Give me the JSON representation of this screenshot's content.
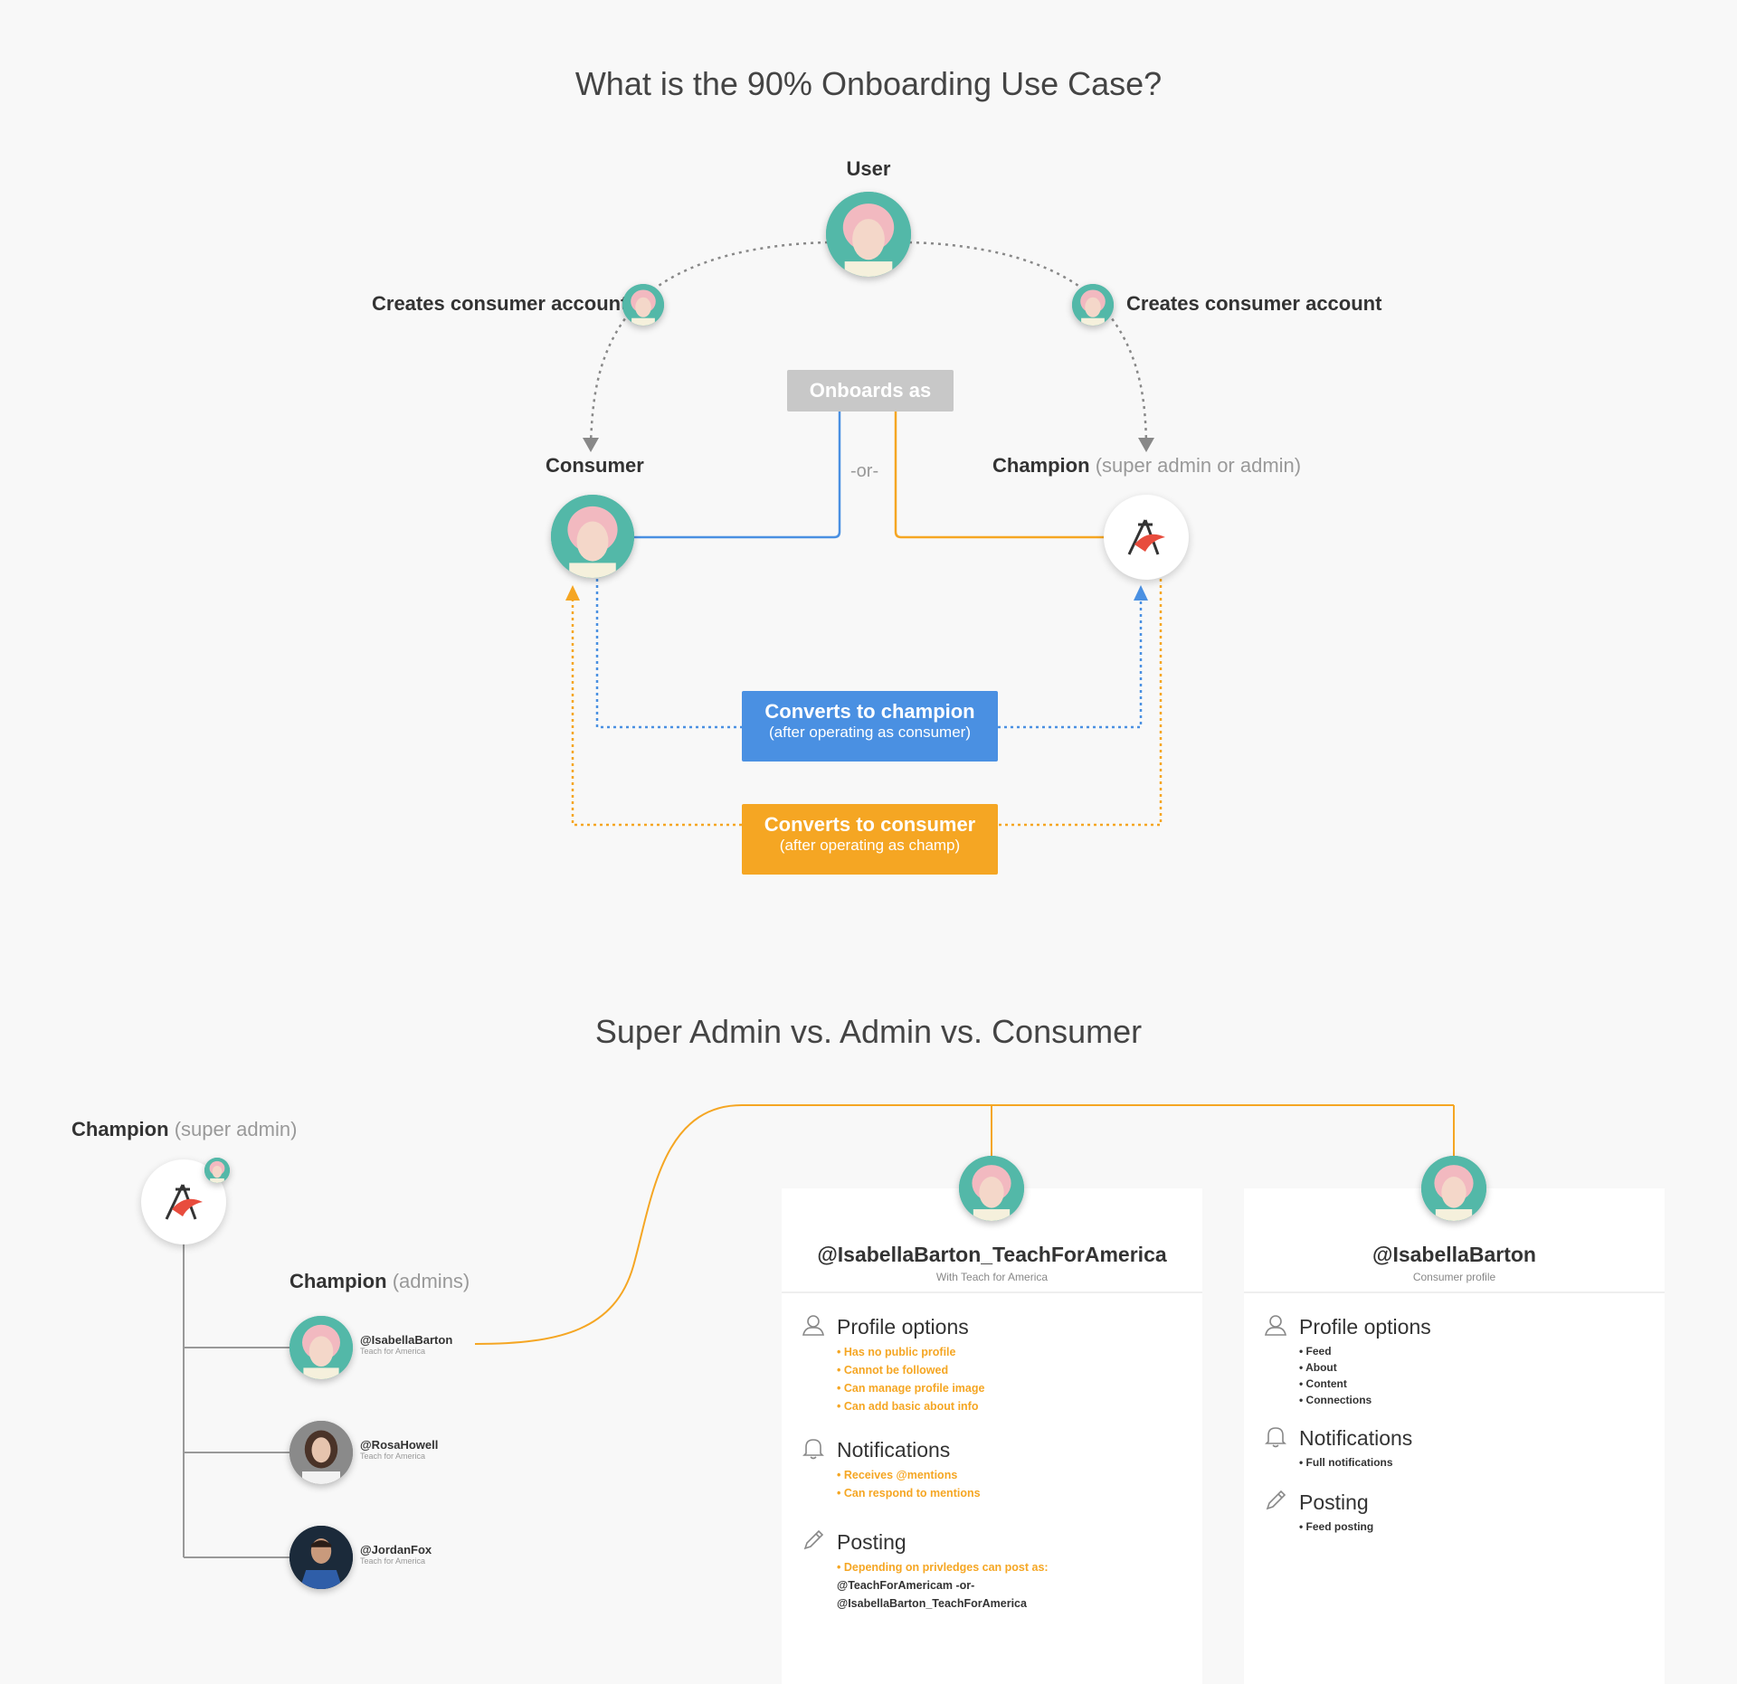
{
  "section1": {
    "title": "What is the 90% Onboarding Use Case?",
    "user_label": "User",
    "creates_left": "Creates consumer account",
    "creates_right": "Creates consumer account",
    "onboards_label": "Onboards as",
    "or_label": "-or-",
    "consumer_label": "Consumer",
    "champion_label": "Champion",
    "champion_muted": "(super admin or admin)",
    "to_champion_title": "Converts to champion",
    "to_champion_sub": "(after operating as consumer)",
    "to_consumer_title": "Converts to consumer",
    "to_consumer_sub": "(after operating as champ)"
  },
  "section2": {
    "title": "Super Admin vs. Admin vs. Consumer",
    "super_admin_label": "Champion",
    "super_admin_muted": "(super admin)",
    "admins_label": "Champion",
    "admins_muted": "(admins)",
    "admins": [
      {
        "handle": "@IsabellaBarton",
        "org": "Teach for America"
      },
      {
        "handle": "@RosaHowell",
        "org": "Teach for America"
      },
      {
        "handle": "@JordanFox",
        "org": "Teach for America"
      }
    ]
  },
  "card_champion": {
    "name": "@IsabellaBarton_TeachForAmerica",
    "sub": "With Teach for America",
    "profile_title": "Profile options",
    "profile_items": [
      "• Has no public profile",
      "• Cannot be followed",
      "• Can manage profile image",
      "• Can add basic about info"
    ],
    "notif_title": "Notifications",
    "notif_items": [
      "• Receives @mentions",
      "• Can respond to mentions"
    ],
    "posting_title": "Posting",
    "posting_items": [
      "• Depending on privledges can post as:"
    ],
    "posting_plain": [
      " @TeachForAmericam   -or-",
      "@IsabellaBarton_TeachForAmerica"
    ]
  },
  "card_consumer": {
    "name": "@IsabellaBarton",
    "sub": "Consumer profile",
    "profile_title": "Profile options",
    "profile_items": [
      "• Feed",
      "• About",
      "• Content",
      "• Connections"
    ],
    "notif_title": "Notifications",
    "notif_items": [
      "• Full notifications"
    ],
    "posting_title": "Posting",
    "posting_items": [
      "• Feed posting"
    ]
  },
  "colors": {
    "blue": "#4a90e2",
    "orange": "#f5a623",
    "gray_box": "#c8c8c8",
    "connector_gray": "#888888"
  }
}
